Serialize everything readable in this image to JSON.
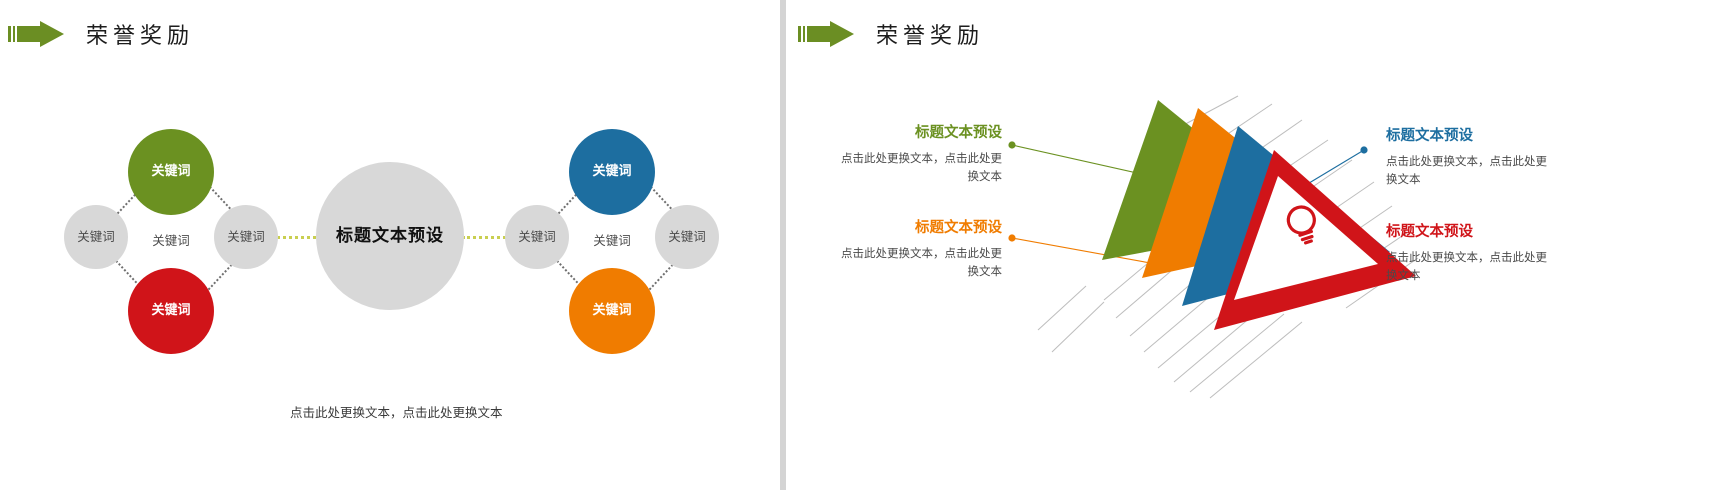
{
  "slides": {
    "left": {
      "header": {
        "title": "荣誉奖励",
        "arrow_icon": "arrow-right-icon"
      },
      "diagram": {
        "center_label": "标题文本预设",
        "left_cluster": {
          "top": {
            "label": "关键词",
            "color": "#6b9121"
          },
          "bottom": {
            "label": "关键词",
            "color": "#d01419"
          },
          "left": {
            "label": "关键词",
            "color": "#d8d8d8"
          },
          "right": {
            "label": "关键词",
            "color": "#d8d8d8"
          },
          "middle": {
            "label": "关键词"
          }
        },
        "right_cluster": {
          "top": {
            "label": "关键词",
            "color": "#1d6ea0"
          },
          "bottom": {
            "label": "关键词",
            "color": "#f07c00"
          },
          "left": {
            "label": "关键词",
            "color": "#d8d8d8"
          },
          "right": {
            "label": "关键词",
            "color": "#d8d8d8"
          },
          "middle": {
            "label": "关键词"
          }
        },
        "connector_color": "#c9cf50"
      },
      "caption": "点击此处更换文本，点击此处更换文本"
    },
    "right": {
      "header": {
        "title": "荣誉奖励",
        "arrow_icon": "arrow-right-icon"
      },
      "blocks": [
        {
          "id": "green",
          "title": "标题文本预设",
          "body": "点击此处更换文本，点击此处更换文本",
          "color": "#6b9121",
          "side": "left"
        },
        {
          "id": "orange",
          "title": "标题文本预设",
          "body": "点击此处更换文本，点击此处更换文本",
          "color": "#f07c00",
          "side": "left"
        },
        {
          "id": "blue",
          "title": "标题文本预设",
          "body": "点击此处更换文本，点击此处更换文本",
          "color": "#1d6ea0",
          "side": "right"
        },
        {
          "id": "red",
          "title": "标题文本预设",
          "body": "点击此处更换文本，点击此处更换文本",
          "color": "#d01419",
          "side": "right"
        }
      ],
      "art": {
        "icon": "lightbulb-icon",
        "triangles": [
          {
            "name": "green-triangle",
            "color": "#6b9121"
          },
          {
            "name": "orange-triangle",
            "color": "#f07c00"
          },
          {
            "name": "blue-triangle",
            "color": "#1d6ea0"
          },
          {
            "name": "red-triangle",
            "color": "#d01419"
          }
        ]
      }
    }
  }
}
